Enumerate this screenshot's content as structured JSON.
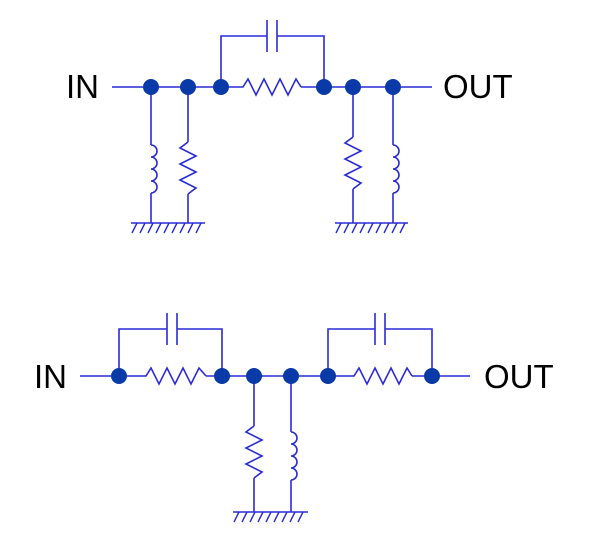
{
  "colors": {
    "wire": "#2a2ad8",
    "node": "#0a3aa8",
    "ground": "#2a2ad8",
    "text": "#000000",
    "background": "#ffffff"
  },
  "circuits": [
    {
      "name": "top-network",
      "input_label": "IN",
      "output_label": "OUT",
      "series": [
        "resistor",
        "capacitor-parallel"
      ],
      "shunts_left": [
        "inductor",
        "resistor"
      ],
      "shunts_right": [
        "resistor",
        "inductor"
      ]
    },
    {
      "name": "bottom-network",
      "input_label": "IN",
      "output_label": "OUT",
      "series_left": [
        "resistor",
        "capacitor-parallel"
      ],
      "shunts_middle": [
        "resistor",
        "inductor"
      ],
      "series_right": [
        "resistor",
        "capacitor-parallel"
      ]
    }
  ]
}
